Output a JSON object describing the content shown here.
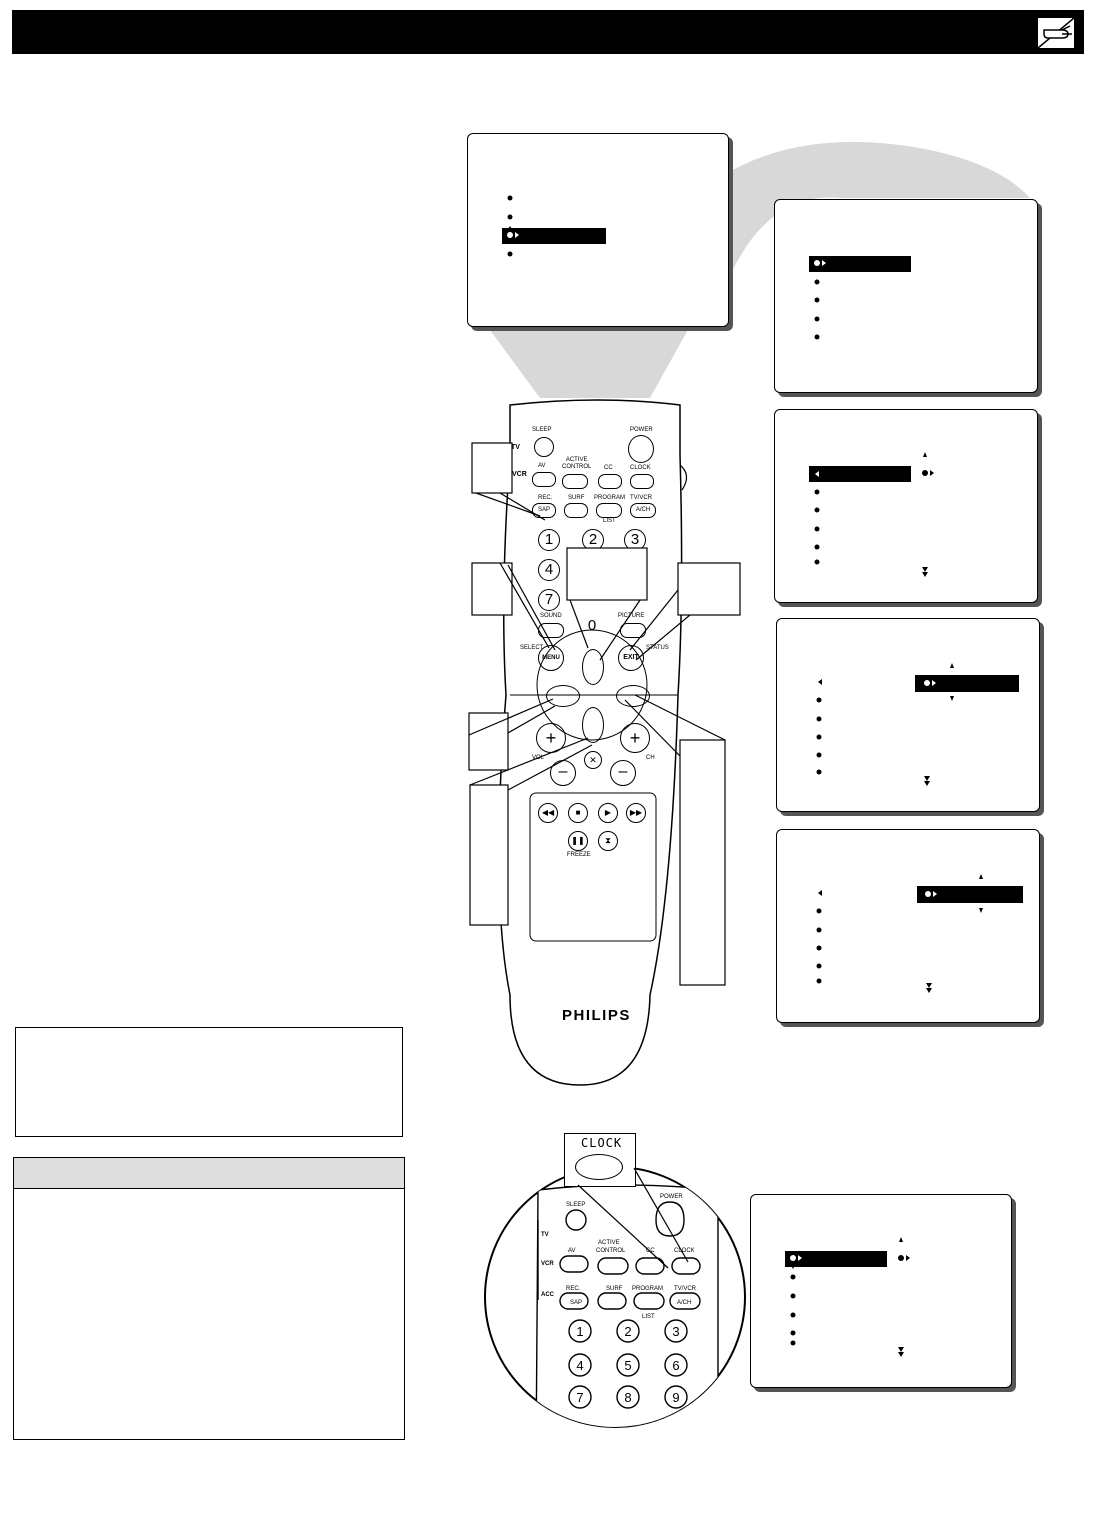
{
  "header": {
    "bar_color": "#000000",
    "icon": "pointing-hand-icon"
  },
  "remote": {
    "brand": "PHILIPS",
    "mode_labels": [
      "TV",
      "VCR",
      "ACC"
    ],
    "buttons": {
      "sleep": "SLEEP",
      "power": "POWER",
      "av": "AV",
      "active_control": "ACTIVE\nCONTROL",
      "cc": "CC",
      "clock": "CLOCK",
      "rec": "REC.",
      "sap": "SAP",
      "surf": "SURF",
      "program": "PROGRAM",
      "list": "LIST",
      "tvvcr": "TV/VCR",
      "ach": "A/CH",
      "sound": "SOUND",
      "picture": "PICTURE",
      "select": "SELECT",
      "menu": "MENU",
      "exit": "EXIT",
      "status": "STATUS",
      "vol": "VOL",
      "ch": "CH",
      "freeze": "FREEZE"
    },
    "digits": [
      "1",
      "2",
      "3",
      "4",
      "5",
      "6",
      "7",
      "8",
      "9",
      "0"
    ]
  },
  "zoom": {
    "clock_label": "CLOCK"
  },
  "colors": {
    "highlight": "#000000",
    "panel_border": "#000000",
    "shadow": "#555555",
    "beam": "#d8d8d8"
  }
}
